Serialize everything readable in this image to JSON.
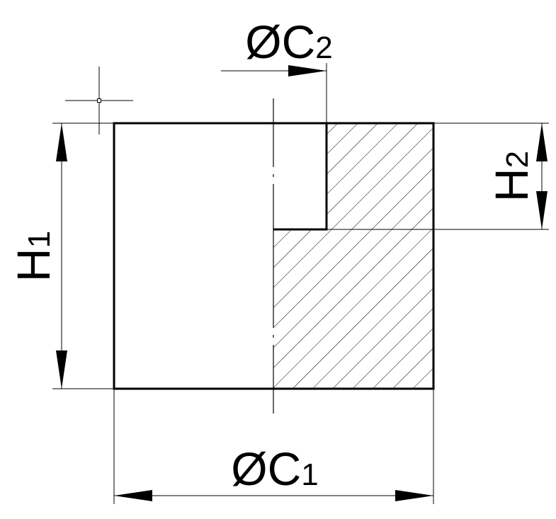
{
  "drawing": {
    "dimensions": {
      "outer_diameter": {
        "prefix": "ØC",
        "subscript": "1"
      },
      "inner_diameter": {
        "prefix": "ØC",
        "subscript": "2"
      },
      "total_height": {
        "prefix": "H",
        "subscript": "1"
      },
      "bore_depth": {
        "prefix": "H",
        "subscript": "2"
      }
    },
    "colors": {
      "line": "#000000",
      "background": "#ffffff"
    }
  }
}
